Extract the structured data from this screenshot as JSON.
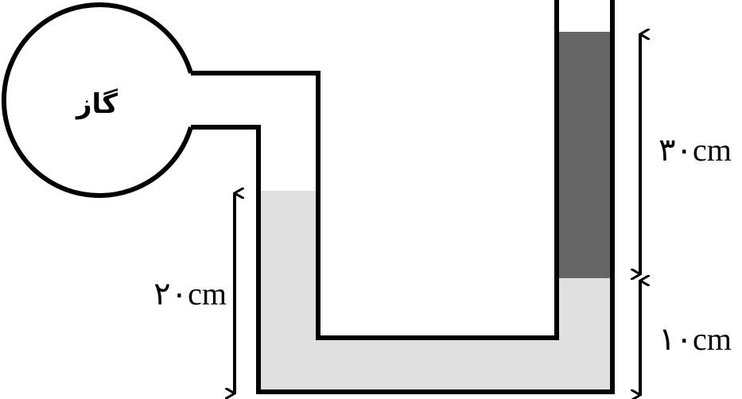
{
  "diagram": {
    "gas_label": "گاز",
    "left_height_label": "۲۰cm",
    "dark_column_label": "۳۰cm",
    "right_height_label": "۱۰cm",
    "colors": {
      "light_liquid": "#e0e0e0",
      "dark_liquid": "#666666",
      "outline": "#000000"
    }
  }
}
